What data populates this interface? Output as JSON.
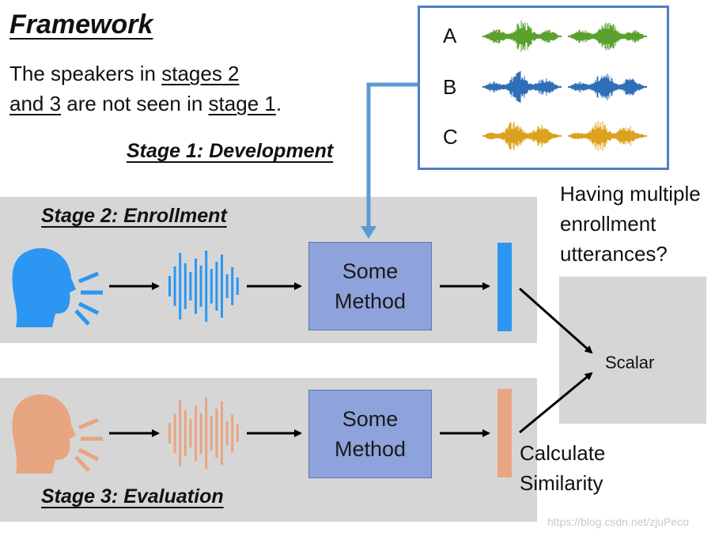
{
  "title": "Framework",
  "description": {
    "line1_pre": "The speakers in ",
    "line1_u": "stages 2",
    "line2_u1": "and 3",
    "line2_mid": " are not seen in ",
    "line2_u2": "stage 1",
    "line2_end": "."
  },
  "stage1": {
    "label": "Stage 1: Development"
  },
  "stage2": {
    "label": "Stage 2: Enrollment",
    "method_line1": "Some",
    "method_line2": "Method"
  },
  "stage3": {
    "label": "Stage 3: Evaluation",
    "method_line1": "Some",
    "method_line2": "Method"
  },
  "speakers": [
    {
      "letter": "A",
      "color": "#5aa02c"
    },
    {
      "letter": "B",
      "color": "#2e6fb7"
    },
    {
      "letter": "C",
      "color": "#dca11e"
    }
  ],
  "question": {
    "line1": "Having multiple",
    "line2": "enrollment",
    "line3": "utterances?"
  },
  "scalar": {
    "label": "Scalar"
  },
  "similarity": {
    "line1": "Calculate",
    "line2": "Similarity"
  },
  "colors": {
    "enroll": "#2b97f3",
    "eval": "#e7a582",
    "method_fill": "#8ea2dc",
    "connector": "#5b9bd5",
    "band": "#d6d6d6"
  },
  "watermark": "https://blog.csdn.net/zjuPeco"
}
